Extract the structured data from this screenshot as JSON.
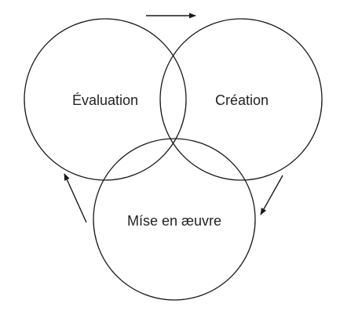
{
  "diagram": {
    "nodes": {
      "evaluation": {
        "label": "Évaluation"
      },
      "creation": {
        "label": "Création"
      },
      "implementation": {
        "label": "Míse en æuvre"
      }
    },
    "edges": [
      {
        "from": "evaluation",
        "to": "creation",
        "type": "arrow"
      },
      {
        "from": "creation",
        "to": "implementation",
        "type": "arrow"
      },
      {
        "from": "implementation",
        "to": "evaluation",
        "type": "arrow"
      }
    ],
    "colors": {
      "stroke": "#1a1a1a",
      "text": "#222222",
      "background": "#ffffff"
    }
  }
}
